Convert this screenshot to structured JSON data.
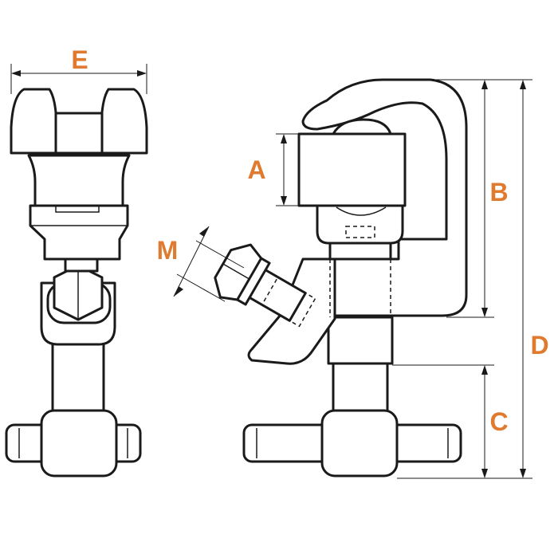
{
  "labels": {
    "a": "A",
    "b": "B",
    "c": "C",
    "d": "D",
    "e": "E",
    "m": "M"
  },
  "colors": {
    "label": "#E07A2E",
    "line": "#1a1a1a",
    "background": "#ffffff"
  }
}
